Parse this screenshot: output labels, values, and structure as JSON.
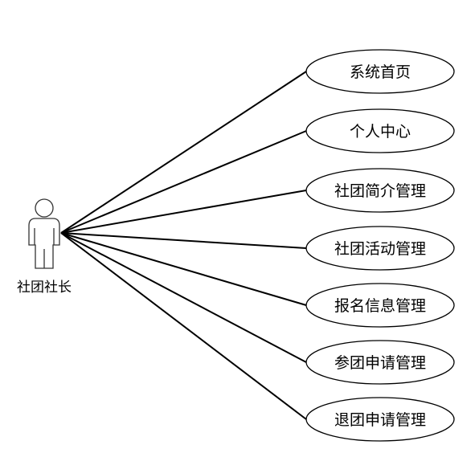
{
  "diagram": {
    "type": "use-case",
    "actor": {
      "label": "社团社长"
    },
    "use_cases": [
      {
        "label": "系统首页"
      },
      {
        "label": "个人中心"
      },
      {
        "label": "社团简介管理"
      },
      {
        "label": "社团活动管理"
      },
      {
        "label": "报名信息管理"
      },
      {
        "label": "参团申请管理"
      },
      {
        "label": "退团申请管理"
      }
    ],
    "colors": {
      "stroke": "#000000",
      "background": "#ffffff",
      "text": "#000000"
    }
  }
}
